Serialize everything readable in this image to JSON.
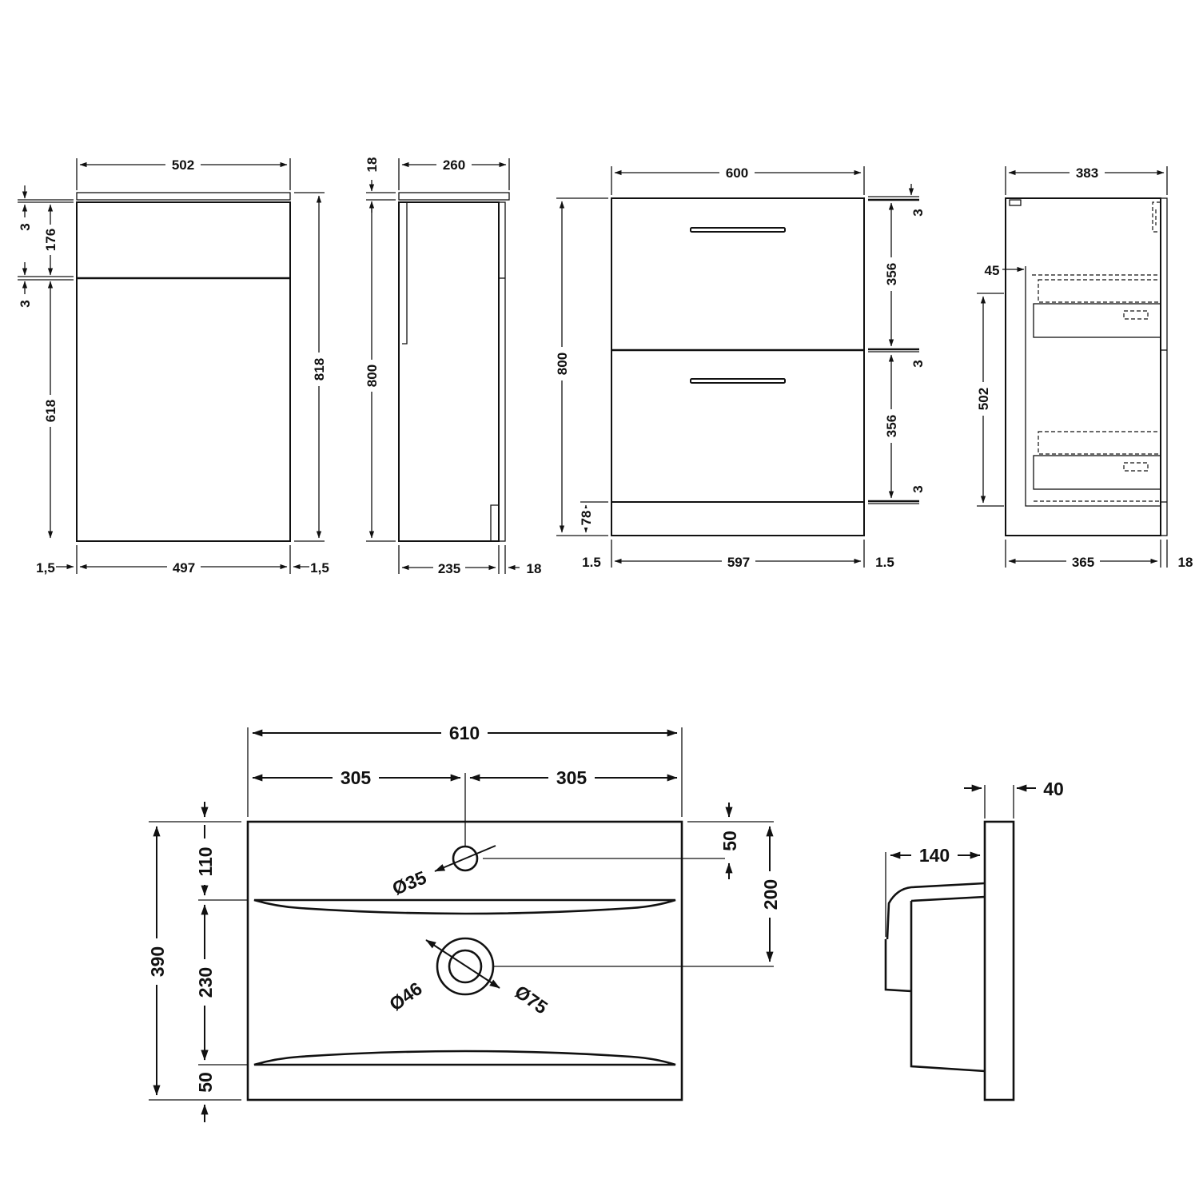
{
  "colors": {
    "ink": "#111111",
    "background": "#ffffff"
  },
  "unit_front": {
    "width_total": "502",
    "width_inner": "497",
    "margin_left": "1,5",
    "margin_right": "1,5",
    "height_total": "818",
    "gap_top": "3",
    "drawer_height": "176",
    "gap_mid": "3",
    "door_height": "618"
  },
  "unit_side": {
    "top_thickness": "18",
    "depth_total": "260",
    "height": "800",
    "depth_body": "235",
    "depth_door": "18"
  },
  "drawer_front": {
    "width_total": "600",
    "height_total": "800",
    "gap_top": "3",
    "drawer_top": "356",
    "gap_mid": "3",
    "drawer_bottom": "356",
    "gap_bottom": "3",
    "plinth": "78",
    "margin_left": "1.5",
    "width_inner": "597",
    "margin_right": "1.5"
  },
  "drawer_side": {
    "depth_total": "383",
    "offset_top": "45",
    "drawer_height": "502",
    "depth_body": "365",
    "depth_front": "18"
  },
  "basin_top": {
    "width": "610",
    "half_left": "305",
    "half_right": "305",
    "depth": "390",
    "back_margin": "110",
    "bowl_length": "230",
    "front_margin": "50",
    "tap_offset": "50",
    "waste_offset": "200",
    "tap_hole": "Ø35",
    "waste_hole": "Ø46",
    "waste_outer": "Ø75"
  },
  "basin_side": {
    "thickness": "40",
    "bowl_depth": "140"
  }
}
